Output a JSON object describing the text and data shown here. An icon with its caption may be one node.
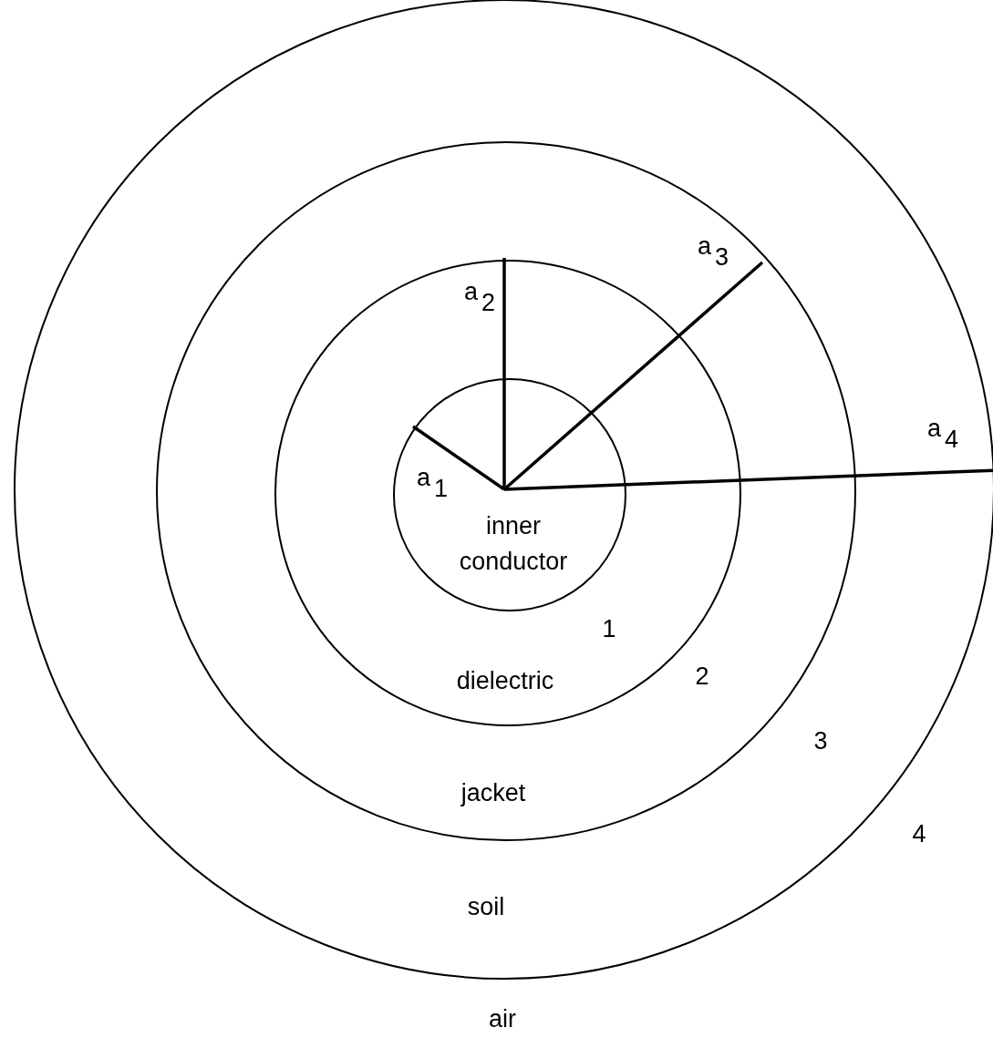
{
  "diagram": {
    "nodes": [
      {
        "text": [
          "soil"
        ]
      },
      {
        "text": [
          "jacket"
        ],
        "in": 0
      },
      {
        "text": [
          "dielectric"
        ],
        "in": 1
      },
      {
        "text": [
          "inner conductor"
        ],
        "in": 2
      }
    ],
    "labels": [
      "a$_{3}$",
      "a$_{2}$",
      "a$_{4}$",
      "a$_{1}$",
      "1",
      "2",
      "3",
      "4",
      "air"
    ]
  }
}
